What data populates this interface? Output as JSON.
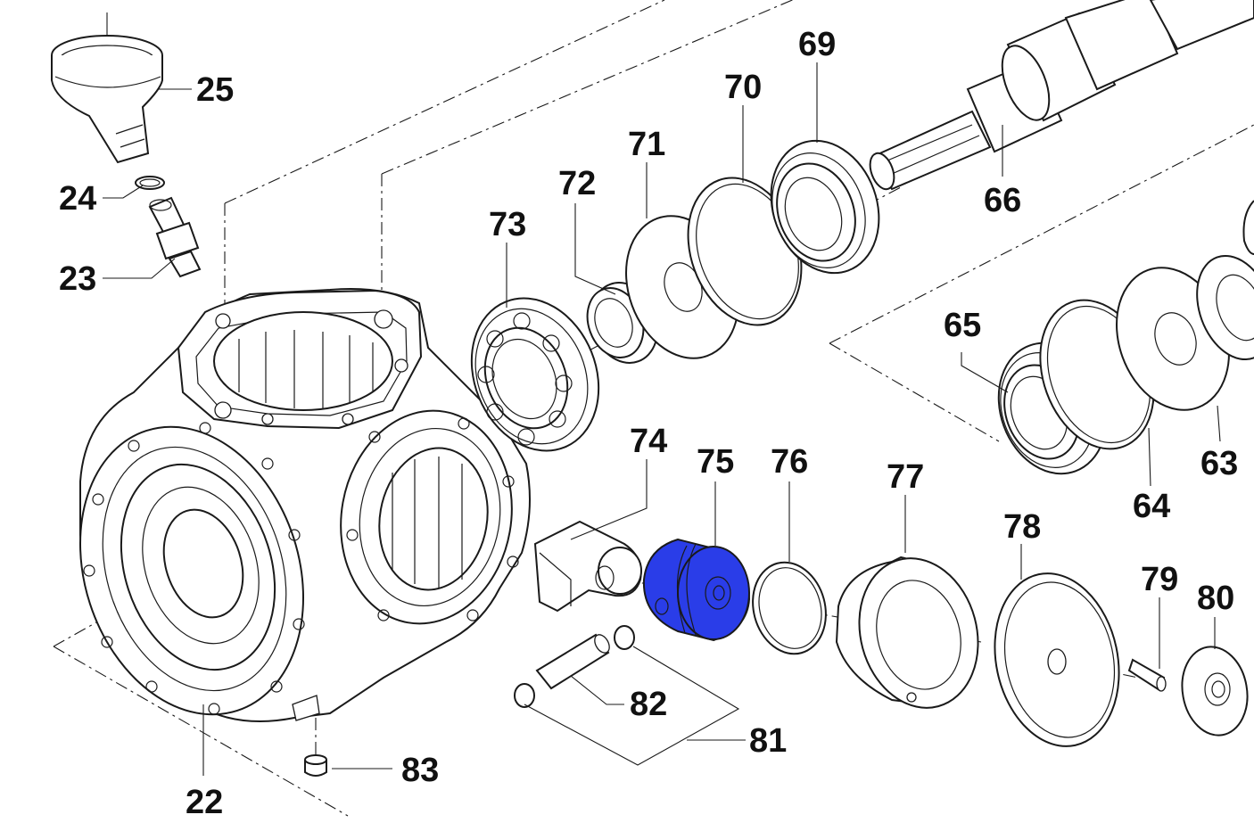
{
  "diagram": {
    "highlight_color": "#2a3de8",
    "highlighted_part": "75",
    "labels": {
      "p22": "22",
      "p23": "23",
      "p24": "24",
      "p25": "25",
      "p63": "63",
      "p64": "64",
      "p65": "65",
      "p66": "66",
      "p69": "69",
      "p70": "70",
      "p71": "71",
      "p72": "72",
      "p73": "73",
      "p74": "74",
      "p75": "75",
      "p76": "76",
      "p77": "77",
      "p78": "78",
      "p79": "79",
      "p80": "80",
      "p81": "81",
      "p82": "82",
      "p83": "83"
    }
  }
}
